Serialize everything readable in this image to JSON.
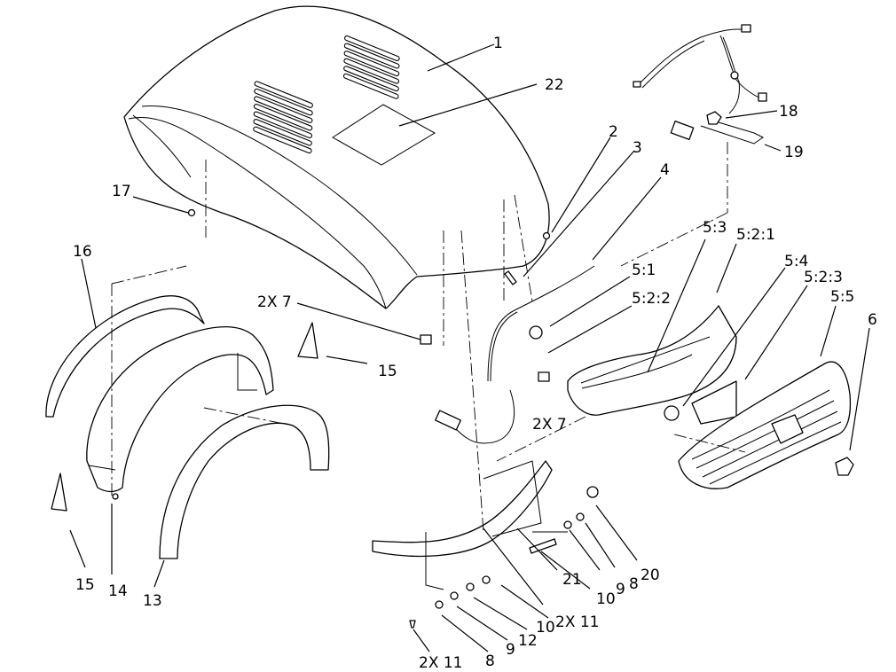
{
  "callouts": {
    "c1": "1",
    "c22": "22",
    "c2": "2",
    "c3": "3",
    "c4": "4",
    "c17": "17",
    "c16": "16",
    "c18": "18",
    "c19": "19",
    "c53": "5:3",
    "c521": "5:2:1",
    "c51": "5:1",
    "c522": "5:2:2",
    "c54": "5:4",
    "c523": "5:2:3",
    "c55": "5:5",
    "c6": "6",
    "c2x7a": "2X 7",
    "c15a": "15",
    "c2x7b": "2X 7",
    "c15b": "15",
    "c14": "14",
    "c13": "13",
    "c21": "21",
    "c10a": "10",
    "c9a": "9",
    "c8a": "8",
    "c20": "20",
    "c2x11a": "2X 11",
    "c10b": "10",
    "c12": "12",
    "c9b": "9",
    "c8b": "8",
    "c2x11b": "2X 11"
  }
}
